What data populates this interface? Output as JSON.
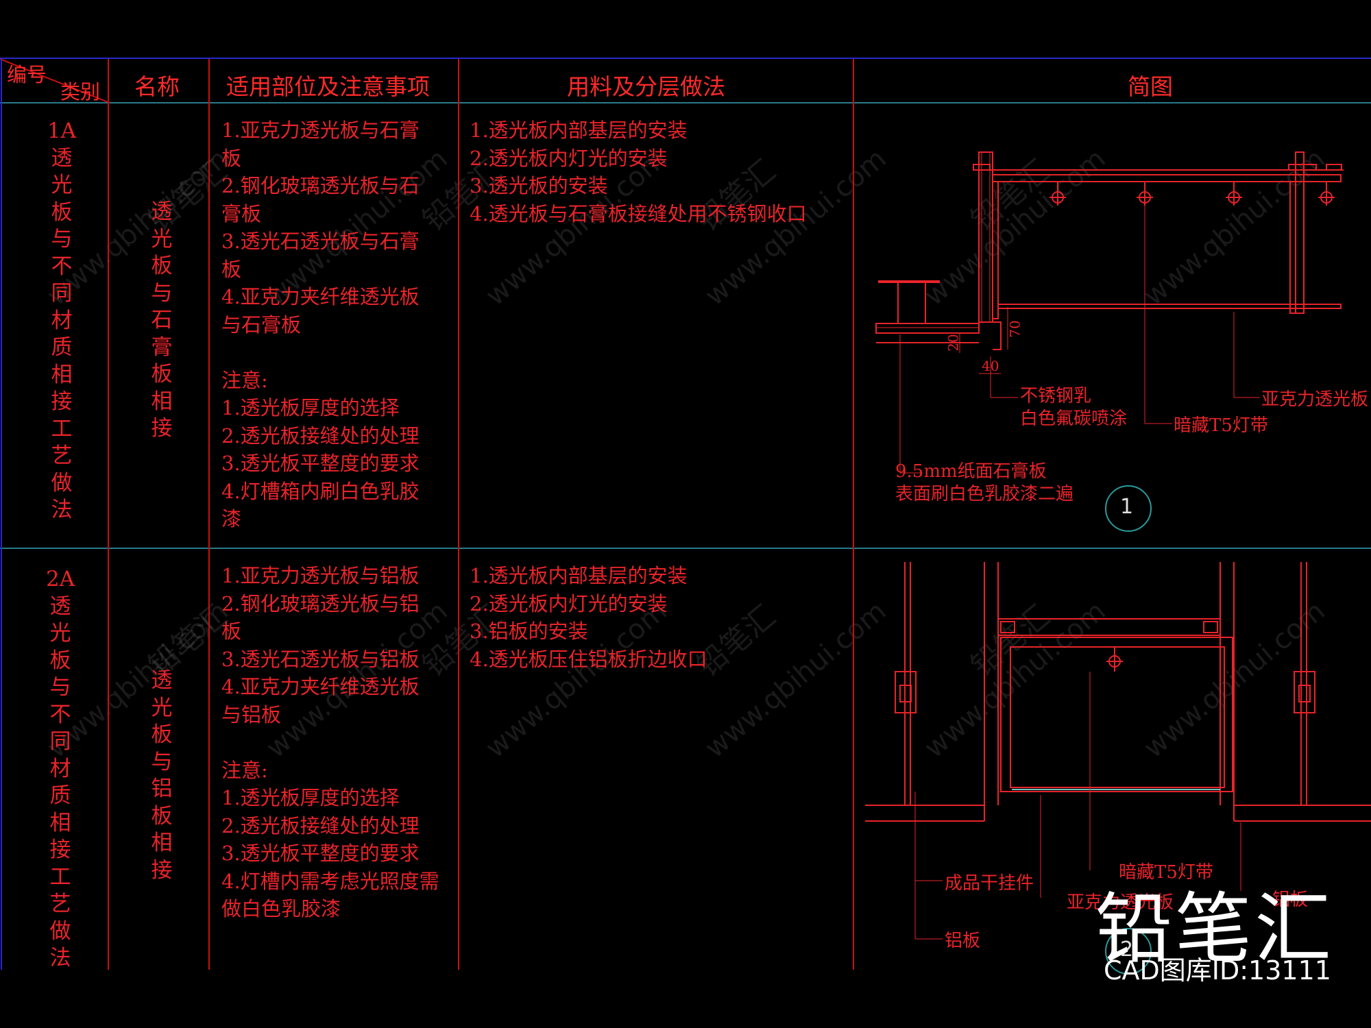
{
  "header": {
    "corner_top": "编号",
    "corner_bottom": "类别",
    "col_name": "名称",
    "col_scope": "适用部位及注意事项",
    "col_method": "用料及分层做法",
    "col_diagram": "简图"
  },
  "rows": [
    {
      "code": "1A\n透\n光\n板\n与\n不\n同\n材\n质\n相\n接\n工\n艺\n做\n法",
      "name": "透\n光\n板\n与\n石\n膏\n板\n相\n接",
      "scope": "1.亚克力透光板与石膏\n板\n2.钢化玻璃透光板与石\n膏板\n3.透光石透光板与石膏\n板\n4.亚克力夹纤维透光板\n与石膏板\n\n注意:\n1.透光板厚度的选择\n2.透光板接缝处的处理\n3.透光板平整度的要求\n4.灯槽箱内刷白色乳胶\n漆",
      "method": "1.透光板内部基层的安装\n2.透光板内灯光的安装\n3.透光板的安装\n4.透光板与石膏板接缝处用不锈钢收口",
      "diagram": {
        "label_steel": "不锈钢乳\n白色氟碳喷涂",
        "label_t5": "暗藏T5灯带",
        "label_acrylic": "亚克力透光板",
        "label_gypsum": "9.5mm纸面石膏板\n表面刷白色乳胶漆二遍",
        "dim_20": "20",
        "dim_40": "40",
        "dim_70": "70",
        "number": "1"
      }
    },
    {
      "code": "2A\n透\n光\n板\n与\n不\n同\n材\n质\n相\n接\n工\n艺\n做\n法",
      "name": "透\n光\n板\n与\n铝\n板\n相\n接",
      "scope": "1.亚克力透光板与铝板\n2.钢化玻璃透光板与铝\n板\n3.透光石透光板与铝板\n4.亚克力夹纤维透光板\n与铝板\n\n注意:\n1.透光板厚度的选择\n2.透光板接缝处的处理\n3.透光板平整度的要求\n4.灯槽内需考虑光照度需\n做白色乳胶漆",
      "method": "1.透光板内部基层的安装\n2.透光板内灯光的安装\n3.铝板的安装\n4.透光板压住铝板折边收口",
      "diagram": {
        "label_hanger": "成品干挂件",
        "label_alu": "铝板",
        "label_t5": "暗藏T5灯带",
        "label_acrylic": "亚克力透光板",
        "label_alu2": "铝板",
        "number": "2"
      }
    }
  ],
  "watermark": {
    "text": "www.qbihui.com",
    "brand_cn": "铅笔汇"
  },
  "branding": {
    "logo": "铅笔汇",
    "id_text": "CAD图库ID:13111"
  },
  "colors": {
    "background": "#000000",
    "text_red": "#e8242a",
    "grid_red": "#c81010",
    "grid_cyan": "#2a7a8a",
    "grid_blue": "#2828c8",
    "white": "#ffffff"
  }
}
